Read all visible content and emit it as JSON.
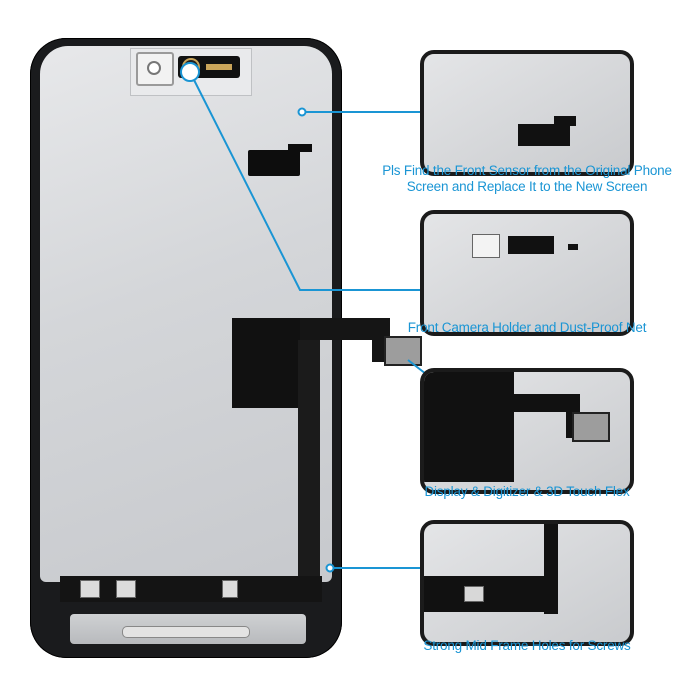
{
  "image": {
    "subject": "phone screen replacement assembly with detail callouts",
    "accent_color": "#1a95d4",
    "frame_color": "#1a1b1d"
  },
  "callouts": [
    {
      "id": "front-sensor",
      "caption": "Pls Find the Front Sensor from the Original Phone Screen and Replace It to the New Screen"
    },
    {
      "id": "front-camera",
      "caption": "Front Camera Holder and Dust-Proof Net"
    },
    {
      "id": "flex",
      "caption": "Display & Digitizer & 3D Touch Flex"
    },
    {
      "id": "mid-frame",
      "caption": "Strong Mid Frame Holes for Screws"
    }
  ]
}
